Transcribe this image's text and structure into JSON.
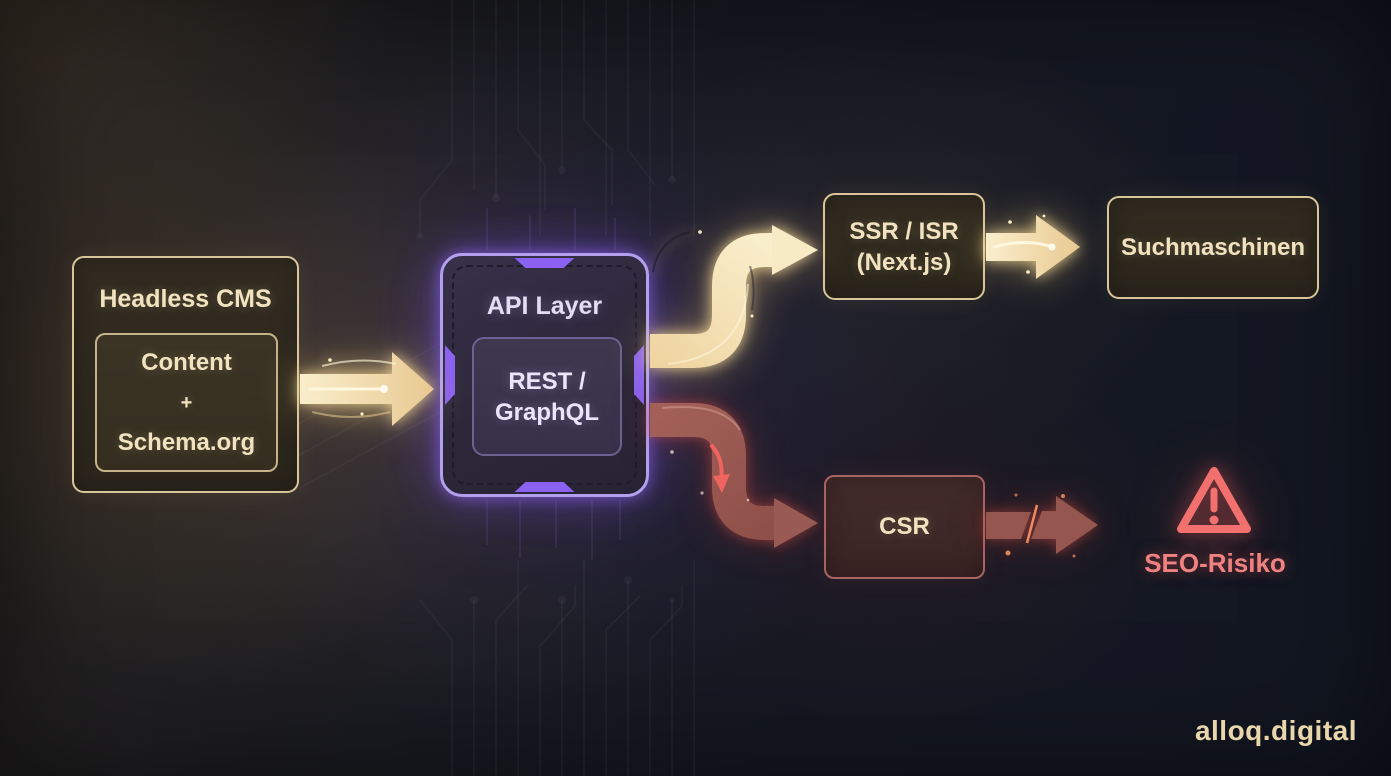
{
  "diagram": {
    "cms": {
      "title": "Headless CMS",
      "content_line1": "Content",
      "content_line2": "+",
      "content_line3": "Schema.org"
    },
    "api": {
      "title": "API Layer",
      "core_line1": "REST /",
      "core_line2": "GraphQL"
    },
    "ssr": {
      "line1": "SSR / ISR",
      "line2": "(Next.js)"
    },
    "search_engines": {
      "label": "Suchmaschinen"
    },
    "csr": {
      "label": "CSR"
    },
    "seo_risk": {
      "label": "SEO-Risiko",
      "icon": "warning-triangle-icon"
    }
  },
  "edges": [
    {
      "from": "cms",
      "to": "api",
      "style": "gold-straight-arrow"
    },
    {
      "from": "api",
      "to": "ssr",
      "style": "gold-s-curve-arrow"
    },
    {
      "from": "ssr",
      "to": "search_engines",
      "style": "gold-straight-arrow"
    },
    {
      "from": "api",
      "to": "csr",
      "style": "red-s-curve-arrow"
    },
    {
      "from": "csr",
      "to": "seo_risk",
      "style": "red-broken-arrow"
    }
  ],
  "watermark": "alloq.digital",
  "colors": {
    "background_navy": "#131722",
    "background_brown": "#272320",
    "gold": "#eccf9b",
    "gold_light": "#faf0d2",
    "cream_text": "#f1e3bf",
    "tan_border": "#d9c59a",
    "purple_border": "#b2a0ee",
    "purple_bright": "#8a61f1",
    "lavender_text": "#e3ddf3",
    "maroon_arrow": "#9a5a54",
    "red_border": "#a96365",
    "risk_red": "#f2706e",
    "risk_text": "#ef8281"
  }
}
